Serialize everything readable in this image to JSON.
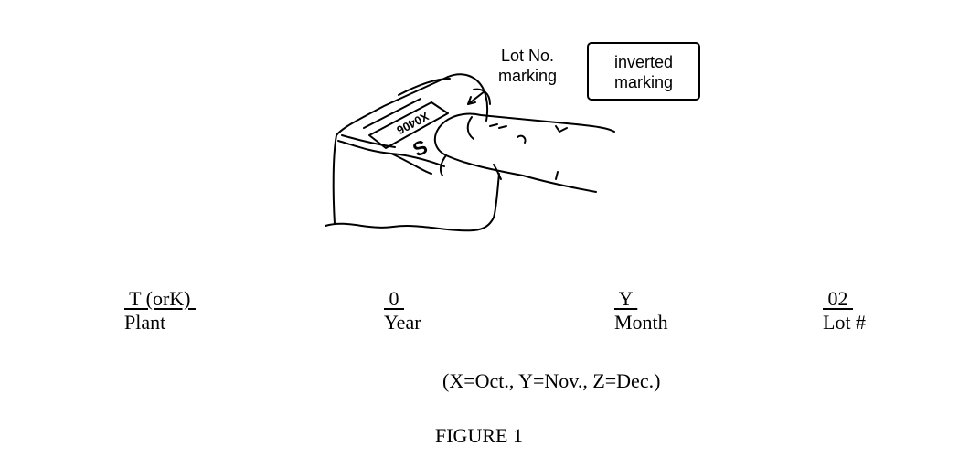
{
  "callouts": {
    "lot_marking": [
      "Lot No.",
      "marking"
    ],
    "inverted_marking": [
      "inverted",
      "marking"
    ]
  },
  "part_marking": {
    "code": "X0406",
    "letter": "S"
  },
  "fields": [
    {
      "code": "T (orK)",
      "caption": "Plant"
    },
    {
      "code": "0",
      "caption": "Year"
    },
    {
      "code": "Y",
      "caption": "Month"
    },
    {
      "code": "02",
      "caption": "Lot #"
    }
  ],
  "month_legend": "(X=Oct., Y=Nov., Z=Dec.)",
  "figure_caption": "FIGURE 1"
}
